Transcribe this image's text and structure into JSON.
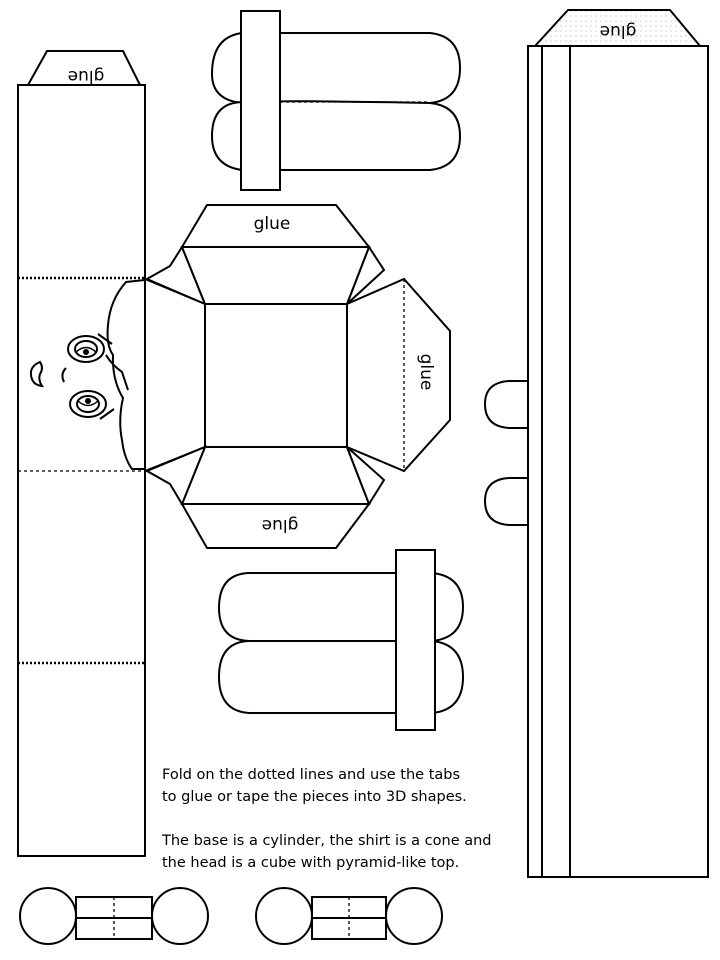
{
  "tabs": {
    "glue": "glue"
  },
  "instructions": {
    "line1": "Fold on the dotted lines and use the tabs",
    "line2": "to glue or tape the pieces  into 3D shapes.",
    "line3": "The base is a cylinder, the shirt is a cone and",
    "line4": "the head is a cube with pyramid-like top."
  }
}
